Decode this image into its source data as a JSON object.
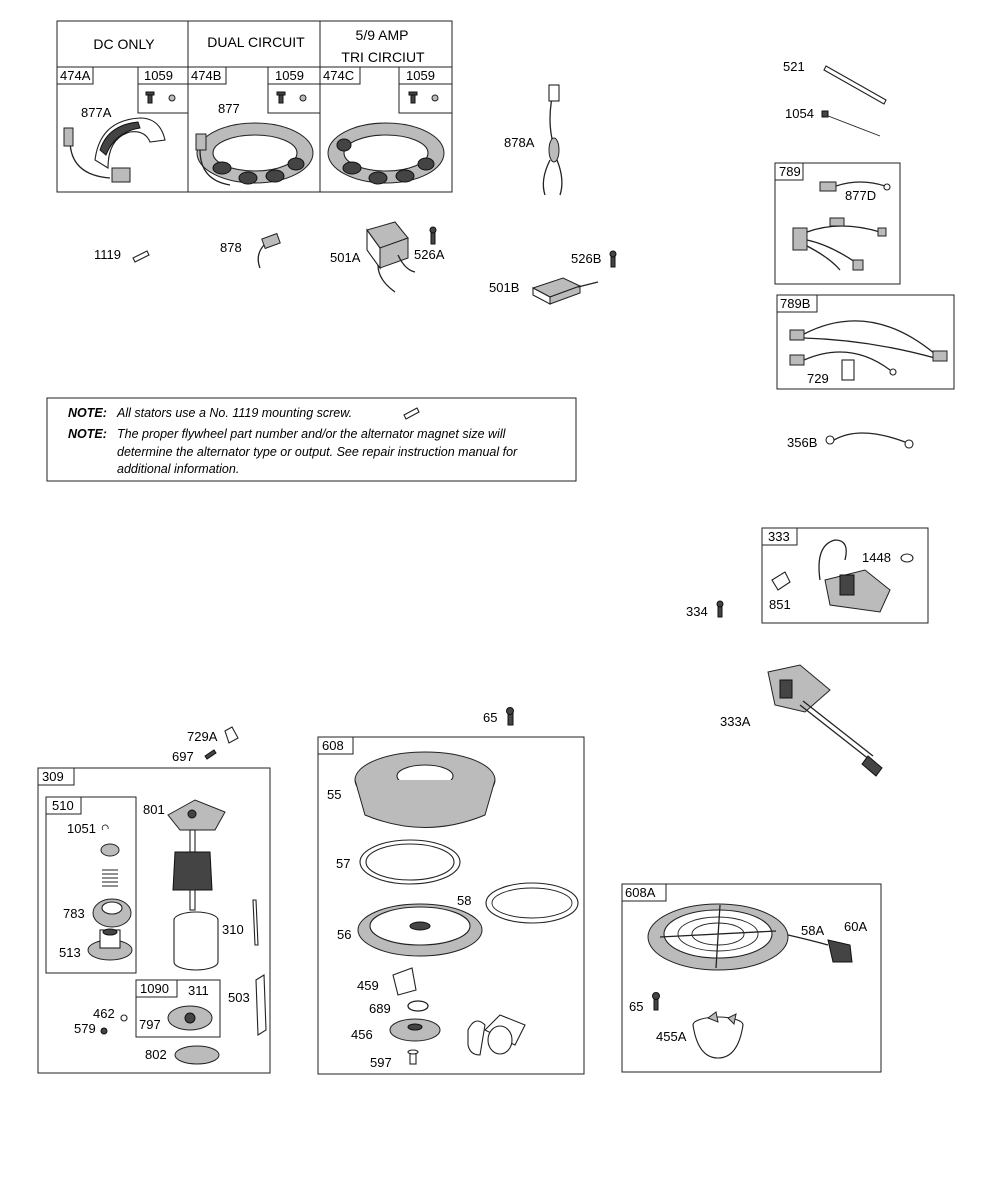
{
  "stator_table": {
    "headers": [
      "DC ONLY",
      "DUAL CIRCUIT",
      "5/9 AMP",
      "TRI CIRCIUT"
    ],
    "col1": {
      "part": "474A",
      "sub": "1059",
      "wire": "877A"
    },
    "col2": {
      "part": "474B",
      "sub": "1059",
      "wire": "877"
    },
    "col3": {
      "part": "474C",
      "sub": "1059"
    }
  },
  "parts": {
    "p1119": "1119",
    "p878": "878",
    "p501A": "501A",
    "p526A": "526A",
    "p878A": "878A",
    "p526B": "526B",
    "p501B": "501B",
    "p521": "521",
    "p1054": "1054",
    "box789": "789",
    "p877D": "877D",
    "box789B": "789B",
    "p729": "729",
    "p356B": "356B",
    "box333": "333",
    "p1448": "1448",
    "p851": "851",
    "p334": "334",
    "p333A": "333A",
    "p729A": "729A",
    "p697": "697",
    "box309": "309",
    "box510": "510",
    "p801": "801",
    "p1051": "1051",
    "p783": "783",
    "p513": "513",
    "p310": "310",
    "box1090": "1090",
    "p311": "311",
    "p797": "797",
    "p503": "503",
    "p462": "462",
    "p579": "579",
    "p802": "802",
    "p65": "65",
    "box608": "608",
    "p55": "55",
    "p57": "57",
    "p58": "58",
    "p56": "56",
    "p459": "459",
    "p689": "689",
    "p456": "456",
    "p597": "597",
    "box608A": "608A",
    "p58A": "58A",
    "p60A": "60A",
    "p65b": "65",
    "p455A": "455A"
  },
  "notes": {
    "label1": "NOTE:",
    "text1": "All stators use a No. 1119 mounting screw.",
    "label2": "NOTE:",
    "text2a": "The proper flywheel part number and/or the alternator magnet size will",
    "text2b": "determine the alternator type or output. See repair instruction manual for",
    "text2c": "additional information."
  }
}
